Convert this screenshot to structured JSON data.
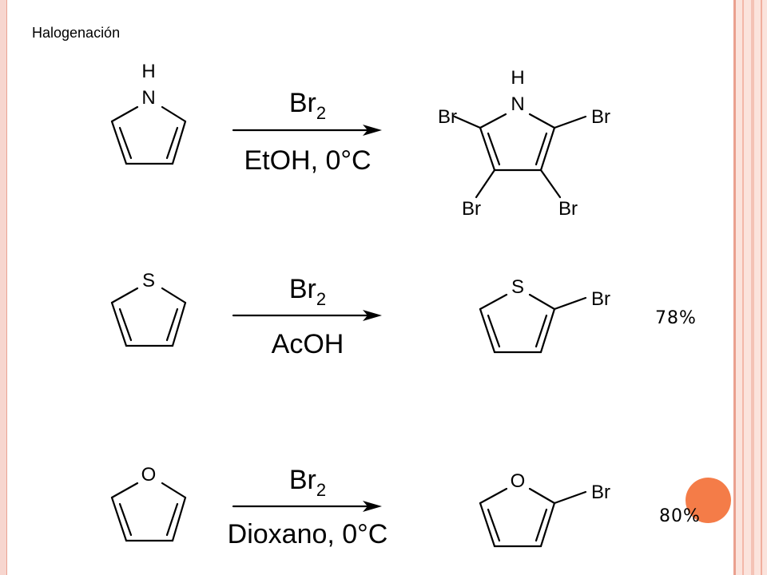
{
  "slide": {
    "title": "Halogenación"
  },
  "atoms": {
    "H": "H",
    "N": "N",
    "S": "S",
    "O": "O",
    "Br": "Br"
  },
  "reactions": [
    {
      "reagent_main": "Br",
      "reagent_sub": "2",
      "conditions": "EtOH, 0°C",
      "yield": ""
    },
    {
      "reagent_main": "Br",
      "reagent_sub": "2",
      "conditions": "AcOH",
      "yield": "78%"
    },
    {
      "reagent_main": "Br",
      "reagent_sub": "2",
      "conditions": "Dioxano, 0°C",
      "yield": "80%"
    }
  ],
  "colors": {
    "accent_dot": "#f47c48",
    "border": "#e9a393"
  }
}
